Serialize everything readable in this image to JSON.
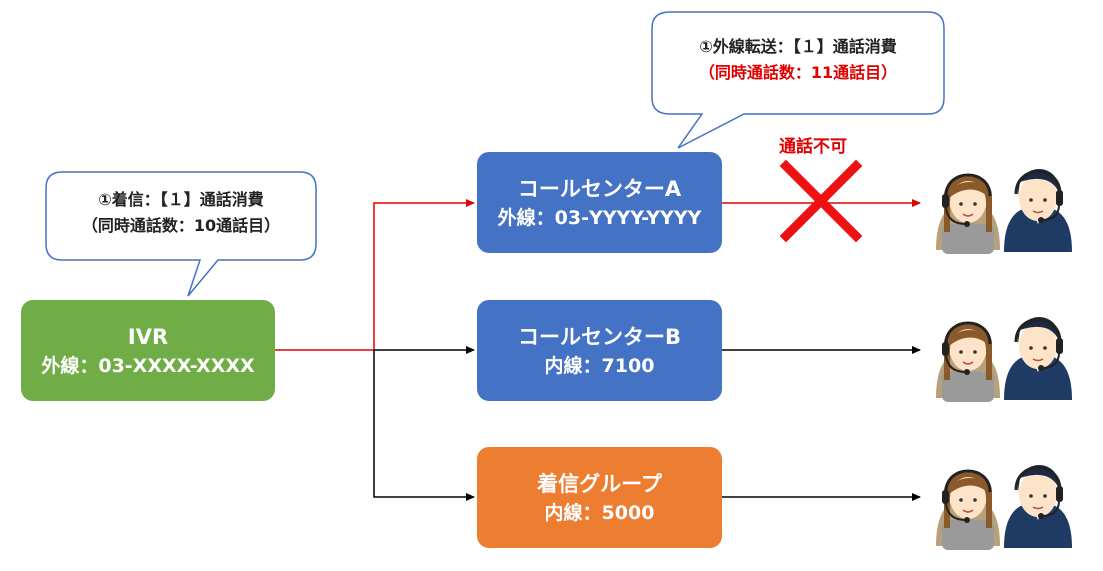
{
  "colors": {
    "ivr": "#70ad47",
    "center": "#4472c4",
    "group": "#ed7d31",
    "red_line": "#e00000",
    "black_line": "#000000",
    "bubble_border": "#4472c4"
  },
  "nodes": {
    "ivr": {
      "title": "IVR",
      "sub": "外線：03-XXXX-XXXX"
    },
    "center_a": {
      "title": "コールセンターA",
      "sub": "外線：03-YYYY-YYYY"
    },
    "center_b": {
      "title": "コールセンターB",
      "sub": "内線：7100"
    },
    "group": {
      "title": "着信グループ",
      "sub": "内線：5000"
    }
  },
  "bubbles": {
    "incoming": {
      "line1": "①着信：【１】通話消費",
      "line2": "（同時通話数：10通話目）"
    },
    "transfer": {
      "line1": "①外線転送：【１】通話消費",
      "line2": "（同時通話数：11通話目）"
    }
  },
  "blocked_label": "通話不可",
  "icons": [
    "operators-icon",
    "operators-icon",
    "operators-icon"
  ]
}
